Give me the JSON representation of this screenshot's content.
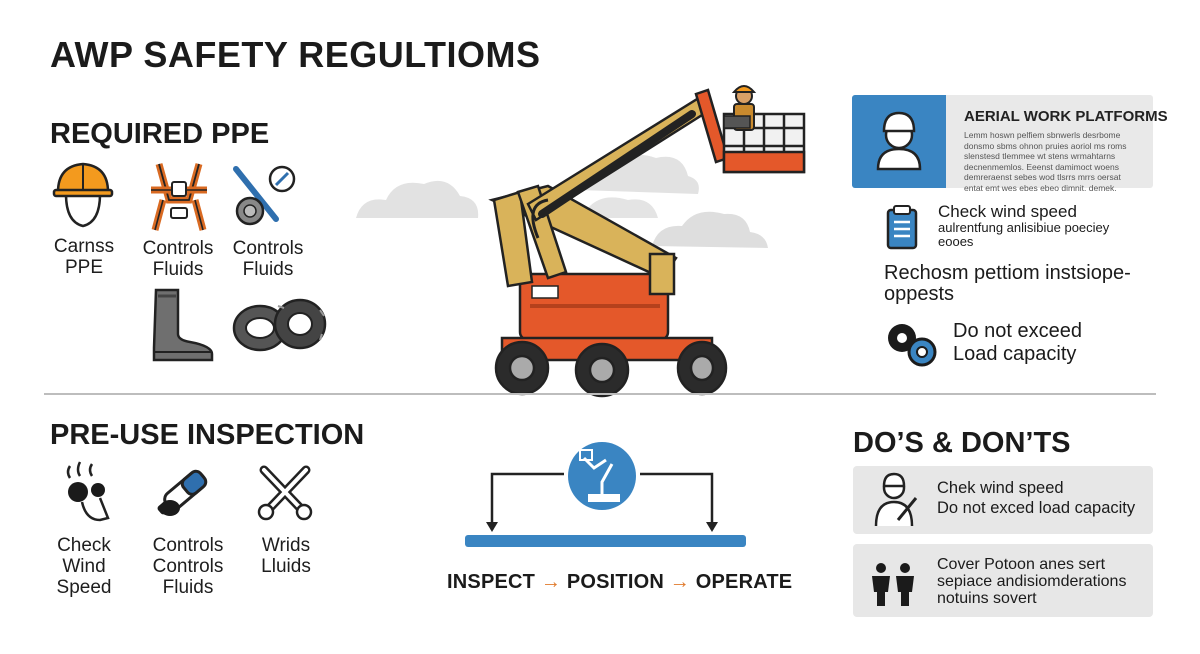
{
  "title": "AWP SAFETY REGULTIOMS",
  "required_ppe": {
    "heading": "REQUIRED PPE",
    "items": [
      {
        "label": "Carnss PPE",
        "icon": "hard-hat-icon"
      },
      {
        "label": "Controls Fluids",
        "icon": "harness-icon"
      },
      {
        "label": "Controls Fluids",
        "icon": "wrench-gauge-icon"
      },
      {
        "label": "",
        "icon": "boot-icon"
      },
      {
        "label": "",
        "icon": "tires-icon"
      }
    ]
  },
  "pre_use": {
    "heading": "PRE-USE INSPECTION",
    "items": [
      {
        "label": "Check Wind Speed",
        "icon": "hand-wind-icon"
      },
      {
        "label": "Controls Controls Fluids",
        "icon": "fluid-bottle-icon"
      },
      {
        "label": "Wrids Lluids",
        "icon": "crossed-tools-icon"
      }
    ],
    "flow": {
      "step1": "INSPECT",
      "arrow": "→",
      "step2": "POSITION",
      "step3": "OPERATE"
    }
  },
  "right_panel": {
    "card_title": "AERIAL WORK PLATFORMS",
    "card_body": "Lemm hoswn pelfiem sbnwerls desrbome donsmo sbms ohnon pruies aoriol ms roms slenstesd tlemmee wt stens wrmahtarns decnenmemlos. Eeenst damimoct woens demreraenst sebes wod tlsrrs mrrs oersat entat emt wes ebes ebeo dimnit. demek.",
    "item1_title": "Check wind speed",
    "item1_sub": "aulrentfung anlisibiue poeciey eooes",
    "item2": "Rechosm pettiom instsiope-oppests",
    "item3_line1": "Do not exceed",
    "item3_line2": "Load capacity"
  },
  "dos_donts": {
    "heading": "DO’S & DON’TS",
    "card1_line1": "Chek wind speed",
    "card1_line2": "Do not exced load capacity",
    "card2_line1": "Cover Potoon anes sert",
    "card2_line2": "sepiace andisiomderations",
    "card2_line3": "notuins sovert"
  },
  "colors": {
    "accent_blue": "#3a85c2",
    "accent_orange": "#e3632d",
    "boom_tan": "#d9b35a",
    "card_gray": "#e7e7e7"
  }
}
